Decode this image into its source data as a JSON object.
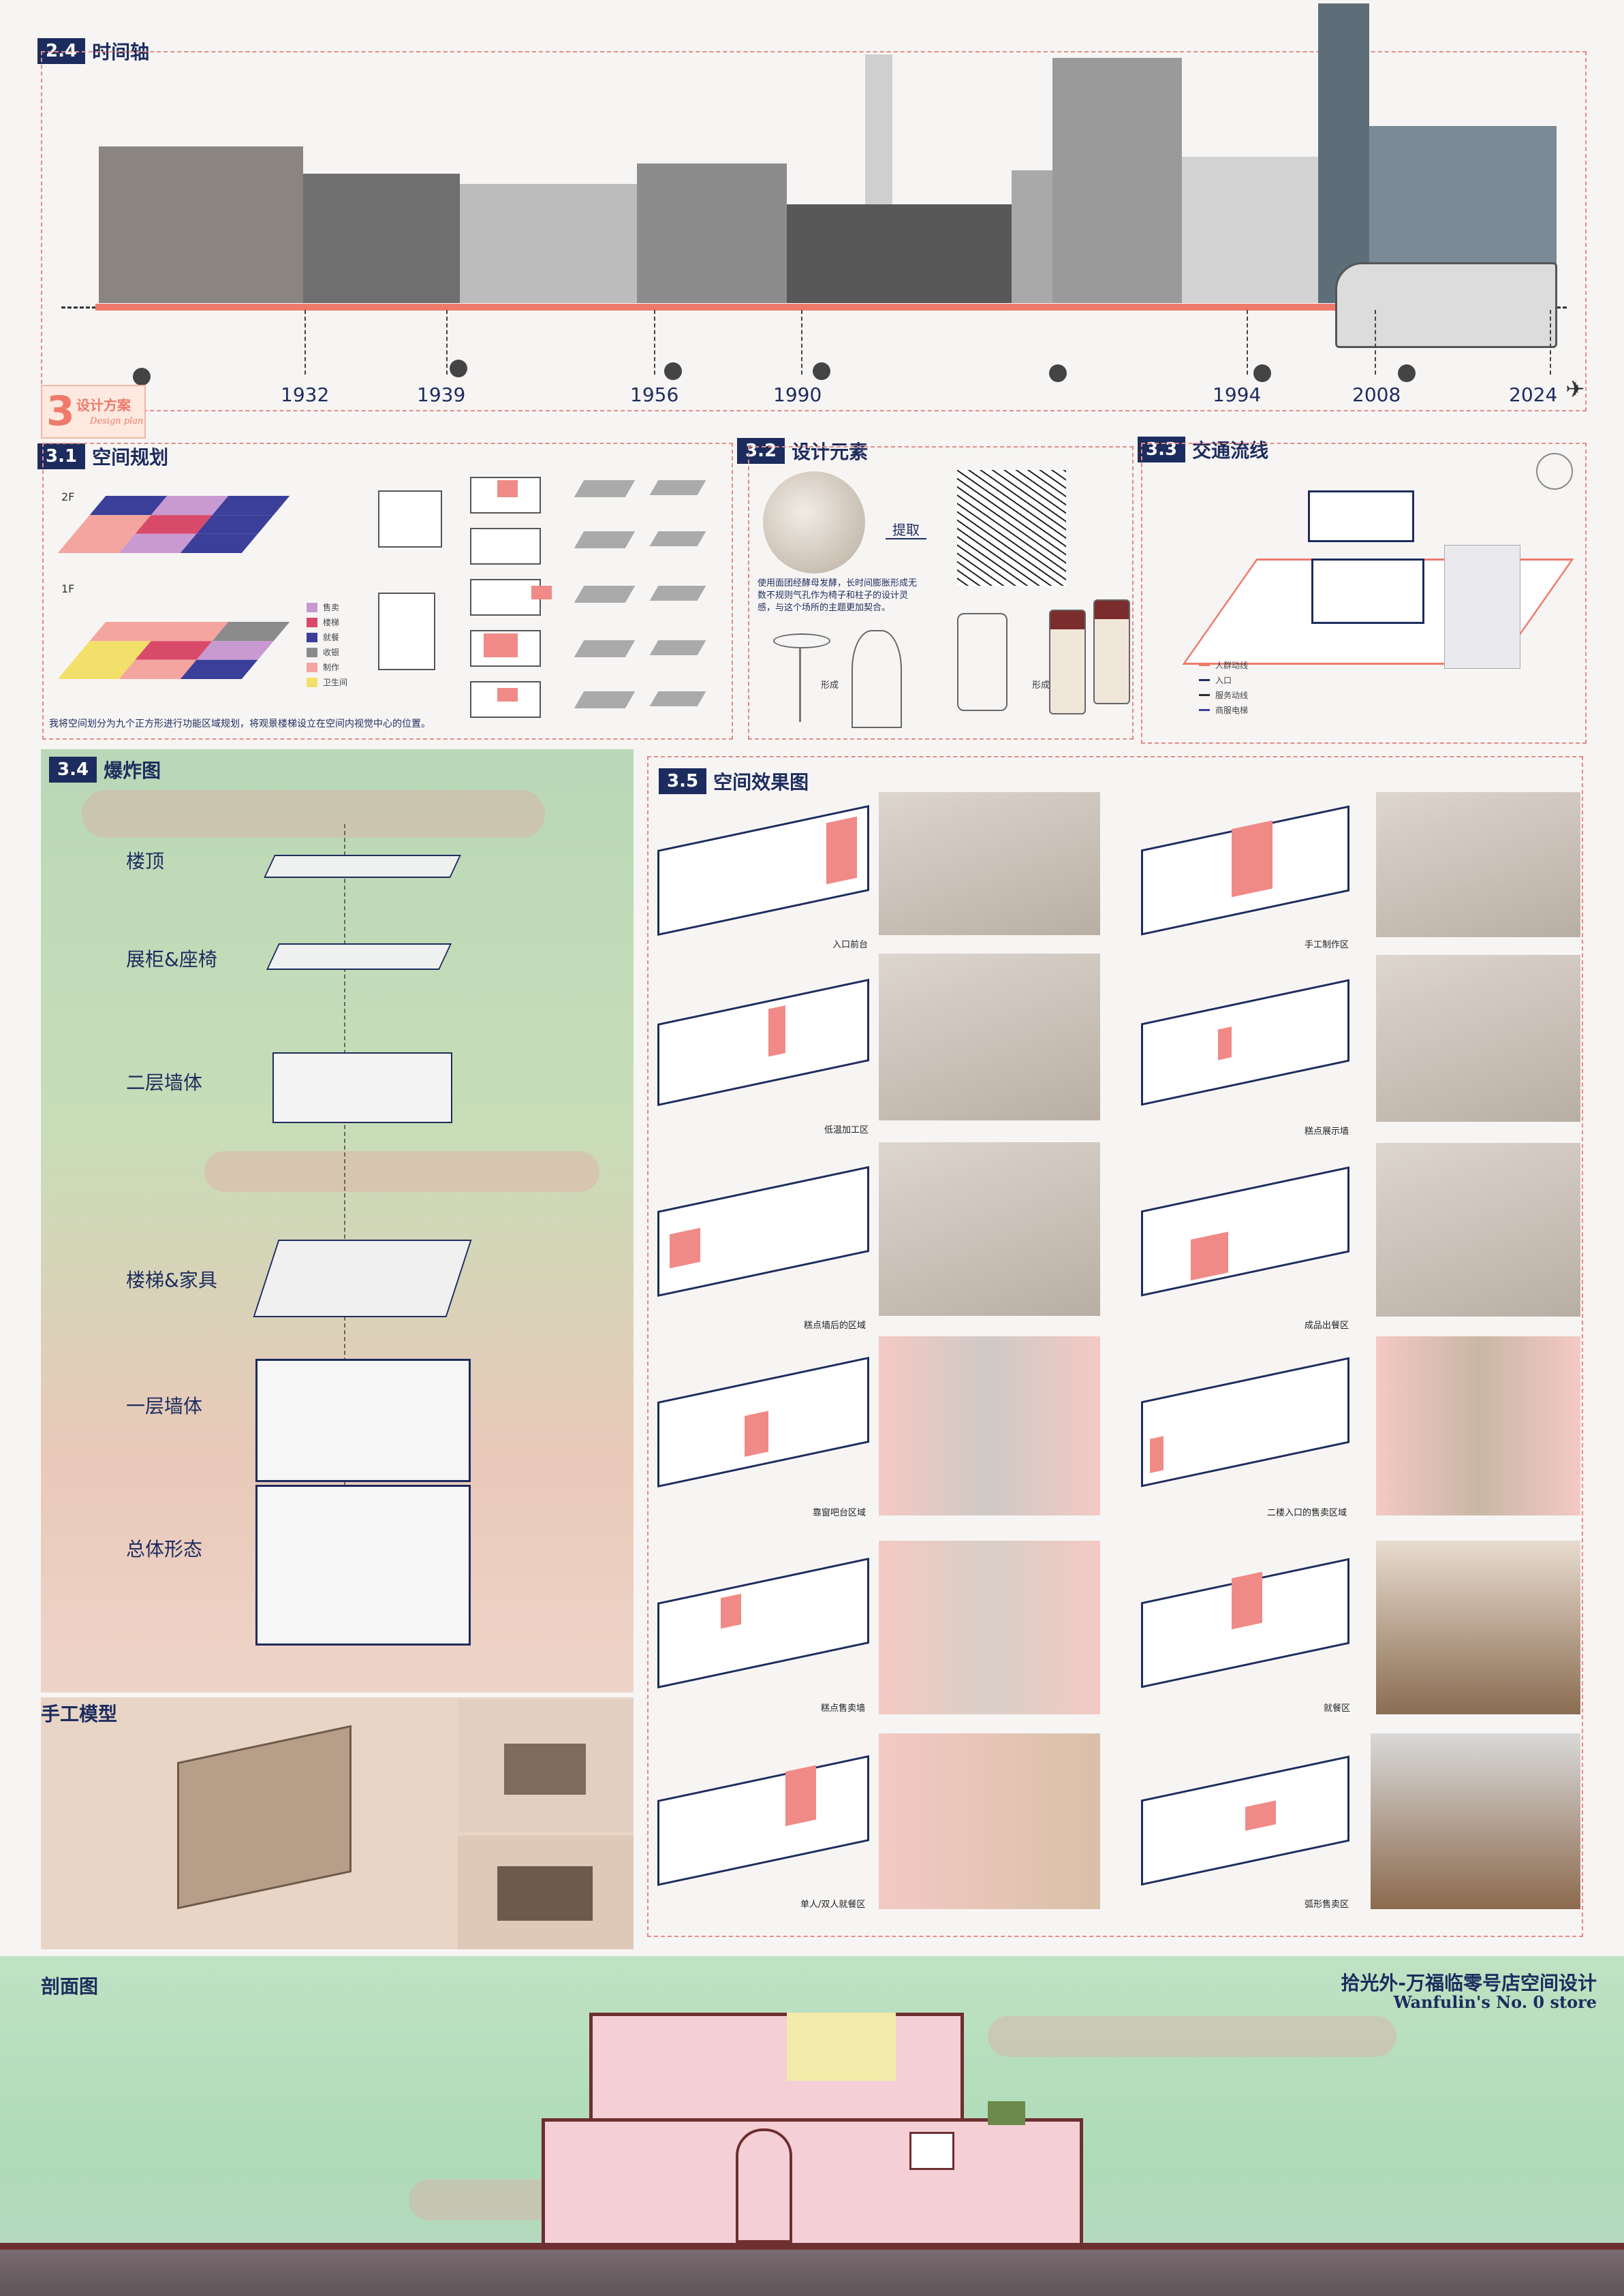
{
  "timeline": {
    "number": "2.4",
    "title": "时间轴",
    "years": [
      "1932",
      "1939",
      "1956",
      "1990",
      "1994",
      "2008",
      "2024"
    ]
  },
  "design_plan": {
    "number": "3",
    "title_cn": "设计方案",
    "title_en": "Design plan"
  },
  "space_planning": {
    "number": "3.1",
    "title": "空间规划",
    "floor_2": "2F",
    "floor_1": "1F",
    "legend": [
      "售卖",
      "楼梯",
      "就餐",
      "收银",
      "制作",
      "卫生间"
    ],
    "legend_colors": [
      "#c89ad1",
      "#d94a6a",
      "#3b3f9a",
      "#8b8b8b",
      "#f4a5a0",
      "#f3e06a"
    ],
    "note": "我将空间划分为九个正方形进行功能区域规划，将观景楼梯设立在空间内视觉中心的位置。"
  },
  "design_elements": {
    "number": "3.2",
    "title": "设计元素",
    "extract": "提取",
    "form": "形成",
    "text": "使用面团经酵母发酵，长时间膨胀形成无数不规则气孔作为椅子和柱子的设计灵感，与这个场所的主题更加契合。"
  },
  "circulation": {
    "number": "3.3",
    "title": "交通流线",
    "legend": [
      "人群动线",
      "入口",
      "服务动线",
      "商服电梯"
    ]
  },
  "exploded": {
    "number": "3.4",
    "title": "爆炸图",
    "layers": [
      "楼顶",
      "展柜&座椅",
      "二层墙体",
      "楼梯&家具",
      "一层墙体",
      "总体形态"
    ]
  },
  "model": {
    "title": "手工模型"
  },
  "renderings": {
    "number": "3.5",
    "title": "空间效果图",
    "captions": [
      "入口前台",
      "手工制作区",
      "低温加工区",
      "糕点展示墙",
      "糕点墙后的区域",
      "成品出餐区",
      "靠窗吧台区域",
      "二楼入口的售卖区域",
      "糕点售卖墙",
      "就餐区",
      "单人/双人就餐区",
      "弧形售卖区"
    ]
  },
  "section": {
    "title": "剖面图",
    "project_cn": "拾光外-万福临零号店空间设计",
    "project_en": "Wanfulin's No. 0 store"
  }
}
